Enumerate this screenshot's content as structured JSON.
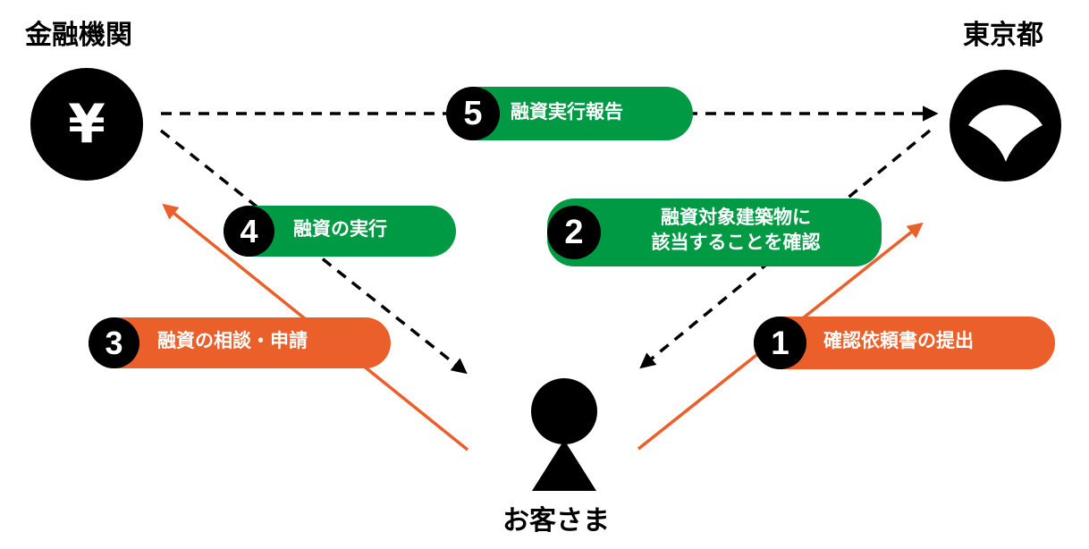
{
  "colors": {
    "green": "#009944",
    "orange": "#EA5F2A",
    "black": "#000000",
    "white": "#FFFFFF"
  },
  "parties": {
    "bank": {
      "label": "金融機関",
      "icon": "yen-icon",
      "icon_text": "¥"
    },
    "tokyo": {
      "label": "東京都",
      "icon": "tokyo-metropolitan-emblem-icon"
    },
    "customer": {
      "label": "お客さま",
      "icon": "person-icon"
    }
  },
  "steps": [
    {
      "number": "1",
      "lines": [
        "確認依頼書の提出"
      ],
      "color": "orange",
      "from": "お客さま",
      "to": "東京都",
      "line_style": "solid"
    },
    {
      "number": "2",
      "lines": [
        "融資対象建築物に",
        "該当することを確認"
      ],
      "color": "green",
      "from": "東京都",
      "to": "お客さま",
      "line_style": "dashed"
    },
    {
      "number": "3",
      "lines": [
        "融資の相談・申請"
      ],
      "color": "orange",
      "from": "お客さま",
      "to": "金融機関",
      "line_style": "solid"
    },
    {
      "number": "4",
      "lines": [
        "融資の実行"
      ],
      "color": "green",
      "from": "金融機関",
      "to": "お客さま",
      "line_style": "dashed"
    },
    {
      "number": "5",
      "lines": [
        "融資実行報告"
      ],
      "color": "green",
      "from": "金融機関",
      "to": "東京都",
      "line_style": "dashed"
    }
  ]
}
